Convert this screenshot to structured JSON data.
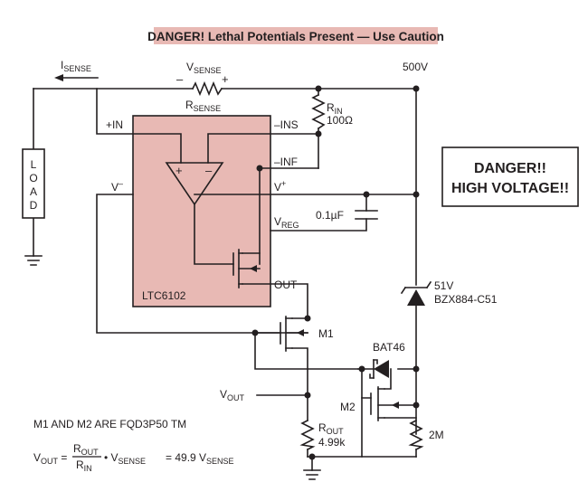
{
  "banner": "DANGER! Lethal Potentials Present — Use Caution",
  "warning": {
    "line1": "DANGER!!",
    "line2": "HIGH VOLTAGE!!"
  },
  "labels": {
    "isense": "I",
    "isense_sub": "SENSE",
    "vsense": "V",
    "vsense_sub": "SENSE",
    "rsense": "R",
    "rsense_sub": "SENSE",
    "plus": "+",
    "minus": "–",
    "v500": "500V",
    "rin": "R",
    "rin_sub": "IN",
    "rin_val": "100Ω",
    "load": [
      "L",
      "O",
      "A",
      "D"
    ],
    "pin_in": "+IN",
    "pin_ins": "–INS",
    "pin_inf": "–INF",
    "pin_vminus": "V",
    "pin_vminus_sup": "–",
    "pin_vplus": "V",
    "pin_vplus_sup": "+",
    "pin_vreg": "V",
    "pin_vreg_sub": "REG",
    "cap": "0.1µF",
    "pin_out": "OUT",
    "ic": "LTC6102",
    "zener_v": "51V",
    "zener_part": "BZX884-C51",
    "m1": "M1",
    "m2": "M2",
    "bat": "BAT46",
    "vout": "V",
    "vout_sub": "OUT",
    "rout": "R",
    "rout_sub": "OUT",
    "rout_val": "4.99k",
    "r2m": "2M",
    "fets": "M1 AND M2 ARE FQD3P50 TM",
    "eq_v": "V",
    "eq_vout_sub": "OUT",
    "eq_eq": "=",
    "eq_num": "R",
    "eq_num_sub": "OUT",
    "eq_den": "R",
    "eq_den_sub": "IN",
    "eq_mid": "• V",
    "eq_mid_sub": "SENSE",
    "eq_rhs": "= 49.9 V",
    "eq_rhs_sub": "SENSE"
  },
  "colors": {
    "banner_bg": "#e8b9b4",
    "ic_fill": "#e8b9b4",
    "ink": "#231f20"
  }
}
